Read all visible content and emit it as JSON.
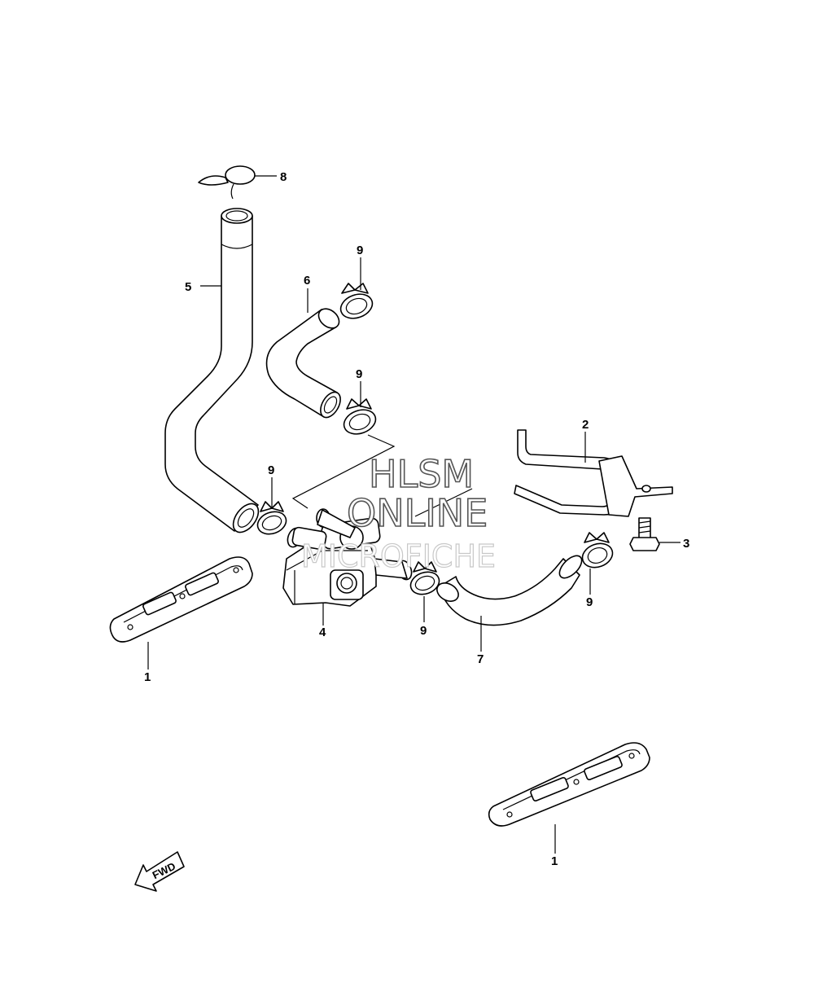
{
  "callouts": {
    "c1a": "1",
    "c1b": "1",
    "c2": "2",
    "c3": "3",
    "c4": "4",
    "c5": "5",
    "c6": "6",
    "c7": "7",
    "c8": "8",
    "c9a": "9",
    "c9b": "9",
    "c9c": "9",
    "c9d": "9",
    "c9e": "9"
  },
  "watermark": {
    "line1": "HLSM",
    "line2": "ONLINE",
    "line3": "MICROFICHE"
  },
  "fwd_label": "FWD",
  "icons": {
    "fwd_arrow": "fwd-arrow-icon"
  }
}
